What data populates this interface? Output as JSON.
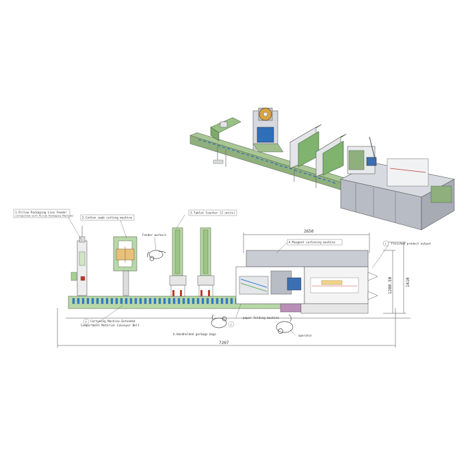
{
  "labels": {
    "pillow_feeder": "1.Pillow Packaging Line Feeder",
    "pillow_feeder_sub": "(Integrated with Pillow Packaging Machine)",
    "swab_cutting": "2.Cotton swab cutting machine",
    "tablet_counter": "3.Tablet Counter (2 units)",
    "feeder_workers": "Feeder workers",
    "cartoning_machine": "4.Reagent cartoning machine",
    "finished_output": "Finished product output",
    "paper_folding": "paper folding machine",
    "operator": "operator",
    "garbage_bags": "6.Handhelded garbage bags",
    "conveyor_line1": "Cartoning Machine Extended",
    "conveyor_line2": "Compartment Material Conveyor Belt"
  },
  "badges": {
    "conveyor": "5",
    "folding": "2",
    "output": "1"
  },
  "dimensions": {
    "machine_length": "2650",
    "total_length": "7207",
    "height_inner": "1280.50",
    "height_outer": "1410"
  },
  "colors": {
    "machine_green": "#9dc48e",
    "conveyor_blue": "#2f7fd0",
    "steel": "#c9ccd3",
    "accent_red": "#c0392b",
    "panel_blue": "#3b6fb0"
  }
}
